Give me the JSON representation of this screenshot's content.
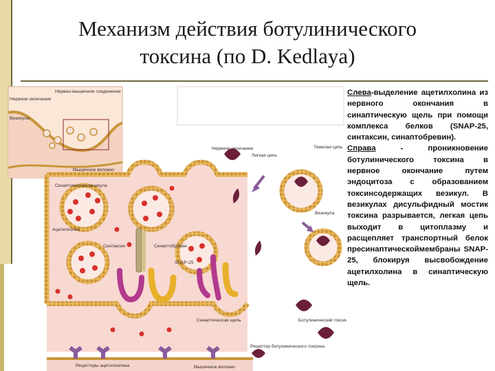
{
  "title": {
    "line1": "Механизм действия ботулинического",
    "line2": "токсина (по D. Kedlaya)"
  },
  "description": {
    "left_label": "Слева",
    "left_text": "-выделение ацетилхолина из нервного окончания в синаптическую щель при помощи комплекса белков (SNAP-25, синтаксин, синаптобревин).",
    "right_label": "Справа",
    "right_text": " - проникновение ботулинического токсина в нервное окончание путем эндоцитоза с образованием токсинсодержащих везикул. В везикулах дисульфидный мостик токсина разрывается, легкая цепь выходит в цитоплазму и расщепляет транспортный белок пресинаптическоймембраны SNAP-25, блокируя высвобождение ацетилхолина в синаптическую щель."
  },
  "diagram_labels": {
    "neuromuscular_junction": "Нервно-мышечное соединение",
    "nerve_ending_inset": "Нервное окончание",
    "vesicles": "Везикулы",
    "muscle_fiber_inset": "Мышечное волокно",
    "nerve_ending": "Нервное окончание",
    "light_chain": "Легкая цепь",
    "heavy_chain": "Тяжелая цепь",
    "synaptic_vesicle": "Синаптическая везикула",
    "acetylcholine": "Ацетилхолин",
    "syntaxin": "Синтаксин",
    "synaptobrevin": "Синаптобревин",
    "snap25": "SNAP-25",
    "vesicle": "Везикула",
    "synaptic_cleft": "Синаптическая щель",
    "botulinum_toxin": "Ботулинический токсин",
    "toxin_receptor": "Рецептор ботулинического токсина",
    "ach_receptors": "Рецепторы ацетилхолина",
    "muscle_fiber": "Мышечное волокно"
  },
  "colors": {
    "title_text": "#1a1a1a",
    "accent_bar": "#e9d9a6",
    "rule": "#6e6a3c",
    "membrane": "#c9953a",
    "cytoplasm": "#f7d9d2",
    "vesicle_dot": "#d8312c",
    "toxin": "#6b1f3b",
    "snap25": "#b23a8e",
    "synaptobrevin": "#e8b02a"
  }
}
